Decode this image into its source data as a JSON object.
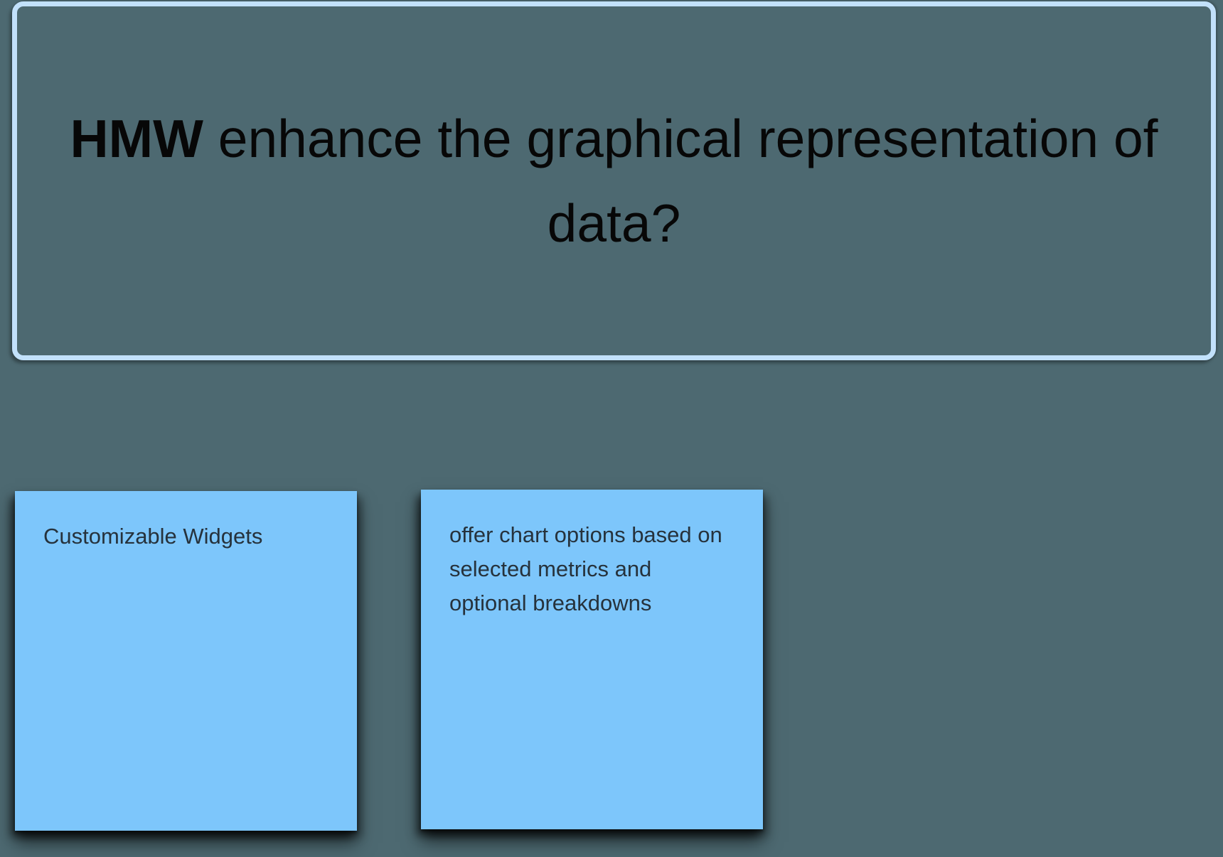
{
  "canvas": {
    "background_color": "#4D6971"
  },
  "hmw_frame": {
    "border_color": "#C2E1FB",
    "text_color": "#070707",
    "question": {
      "bold": "HMW",
      "line1_rest": " enhance the graphical representation of",
      "line2": "data?"
    }
  },
  "stickies": [
    {
      "text": "Customizable Widgets",
      "fill_color": "#7DC6FB",
      "text_color": "#26323C"
    },
    {
      "text": "offer chart options based on selected metrics and optional breakdowns",
      "fill_color": "#7DC6FB",
      "text_color": "#26323C"
    }
  ]
}
